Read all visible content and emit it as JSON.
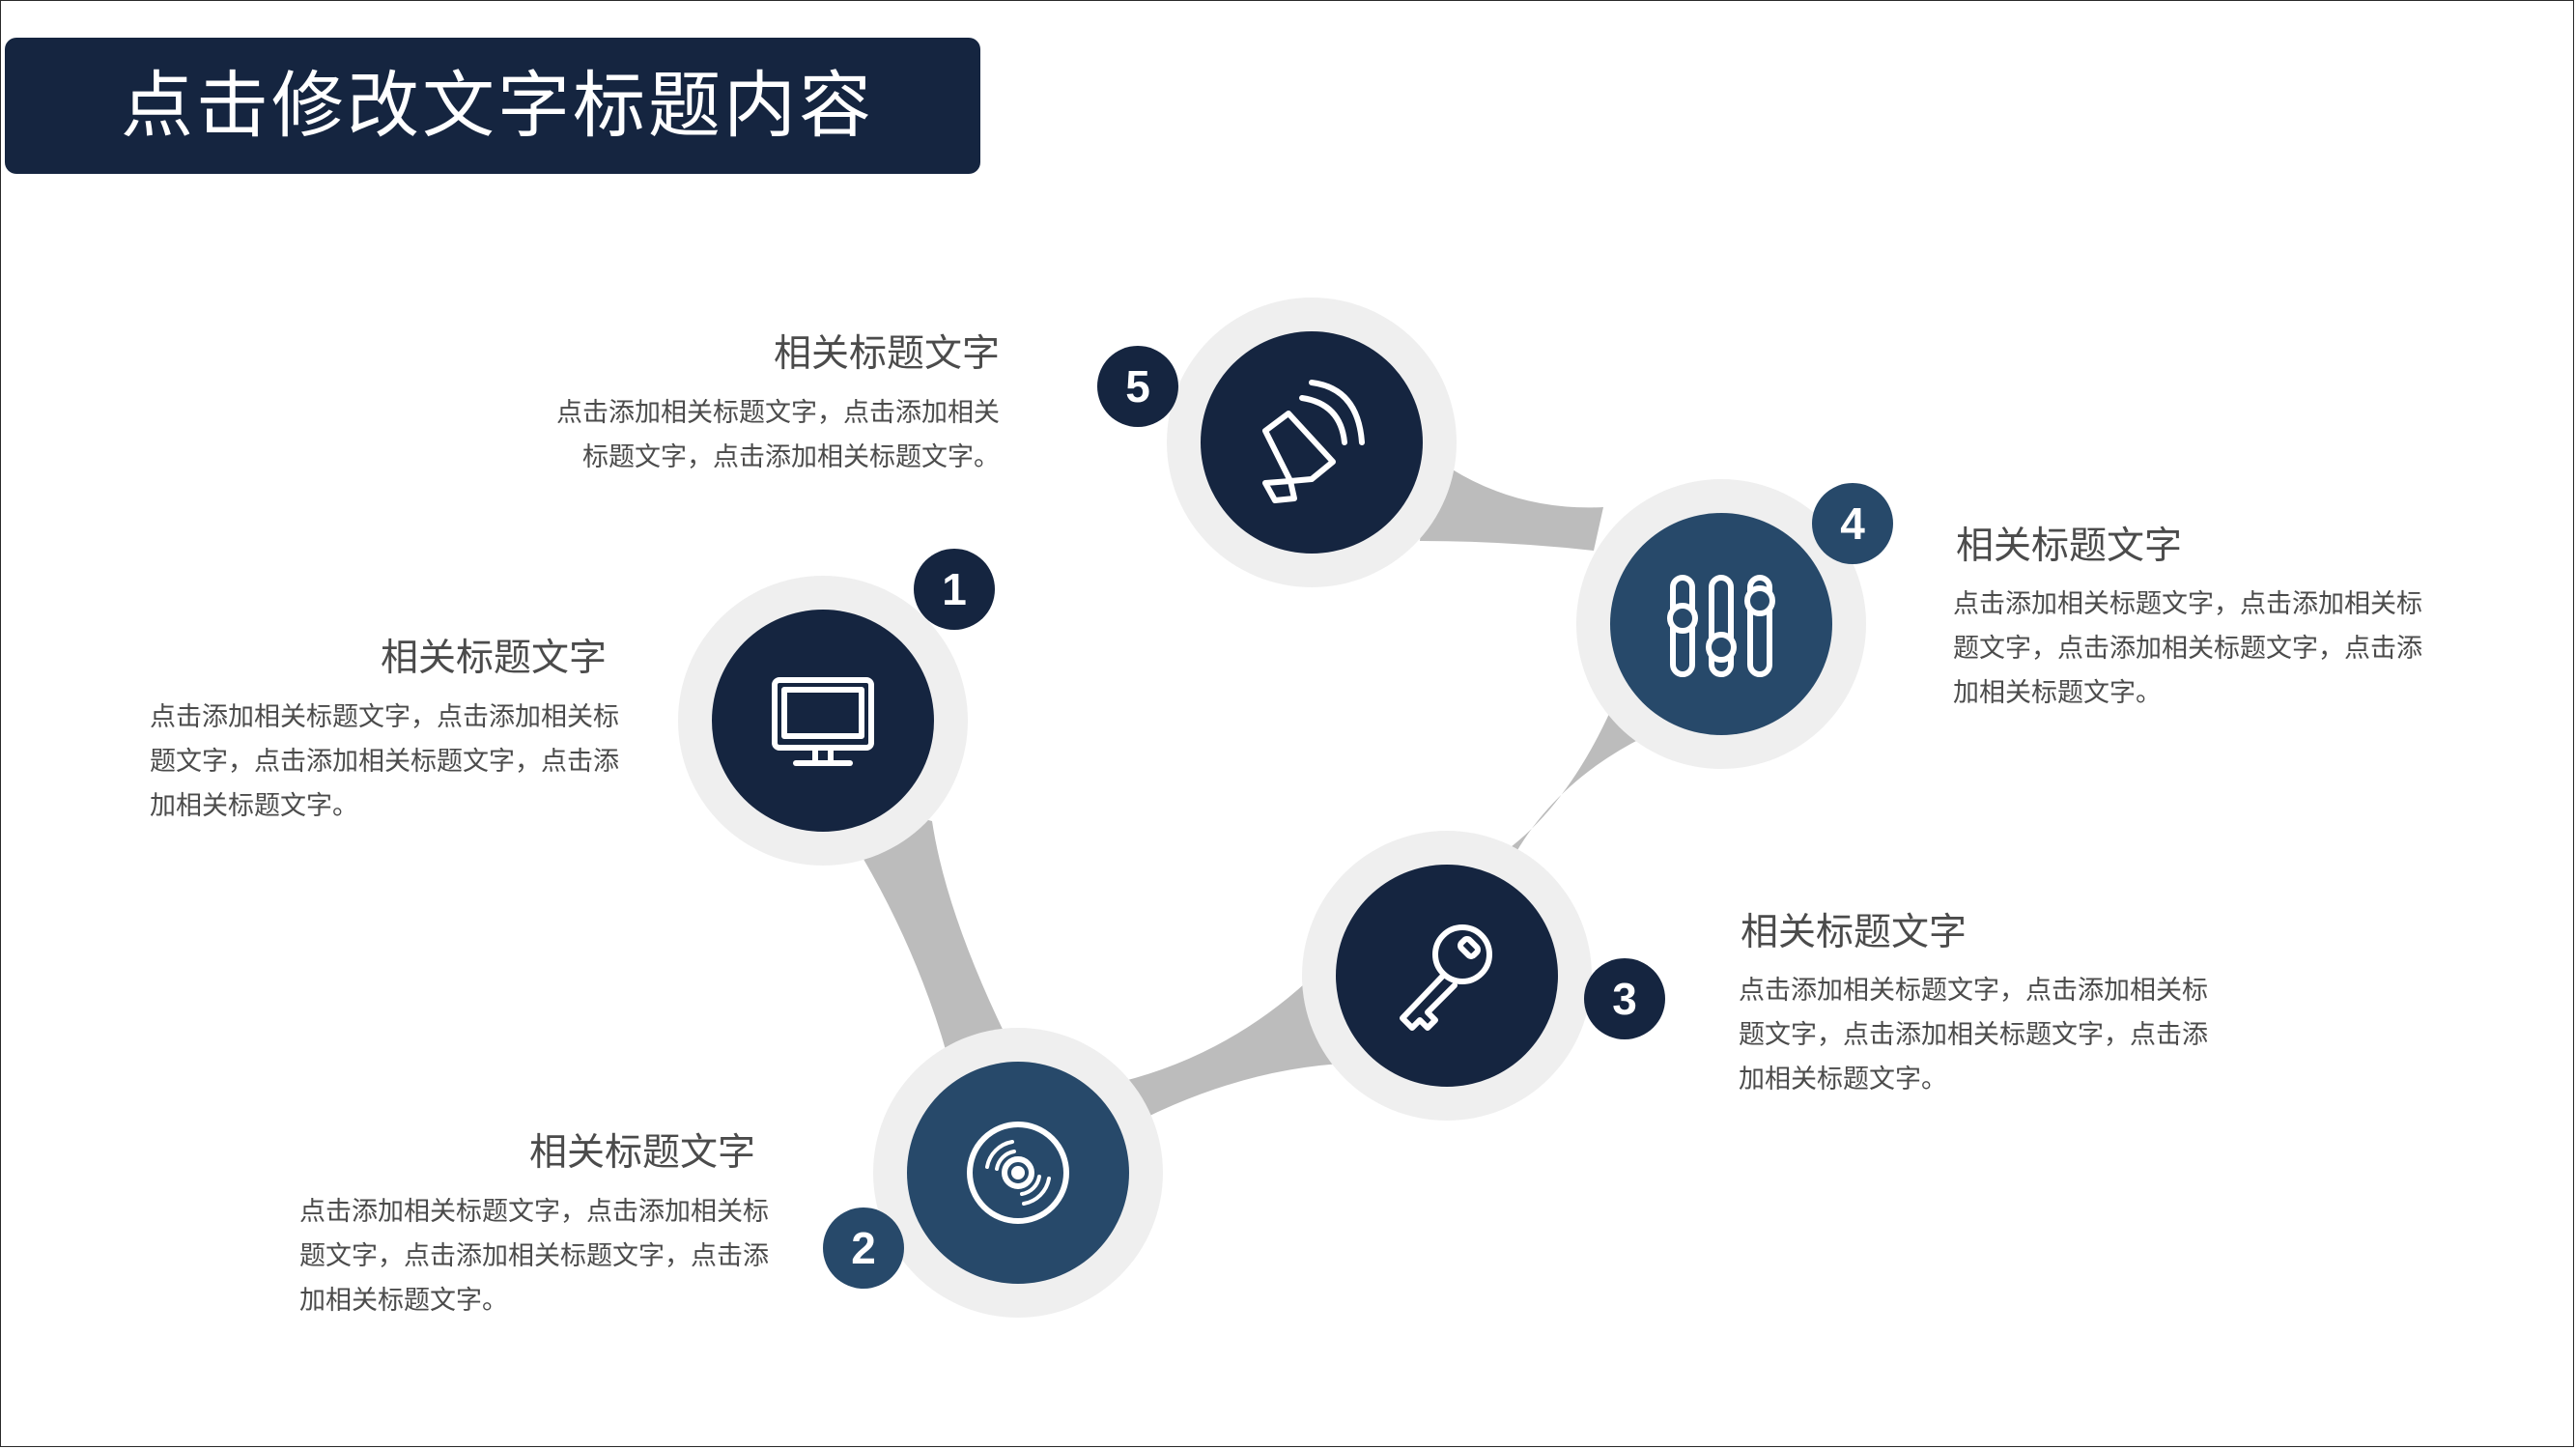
{
  "title": "点击修改文字标题内容",
  "colors": {
    "dark_navy": "#152540",
    "steel_navy": "#27496a",
    "ring": "#efefef",
    "connector": "#bcbcbc",
    "text": "#4b4b4b"
  },
  "steps": [
    {
      "number": "1",
      "icon": "monitor-icon",
      "heading": "相关标题文字",
      "body": "点击添加相关标题文字，点击添加相关标题文字，点击添加相关标题文字，点击添加相关标题文字。"
    },
    {
      "number": "2",
      "icon": "disc-icon",
      "heading": "相关标题文字",
      "body": "点击添加相关标题文字，点击添加相关标题文字，点击添加相关标题文字，点击添加相关标题文字。"
    },
    {
      "number": "3",
      "icon": "key-icon",
      "heading": "相关标题文字",
      "body": "点击添加相关标题文字，点击添加相关标题文字，点击添加相关标题文字，点击添加相关标题文字。"
    },
    {
      "number": "4",
      "icon": "sliders-icon",
      "heading": "相关标题文字",
      "body": "点击添加相关标题文字，点击添加相关标题文字，点击添加相关标题文字，点击添加相关标题文字。"
    },
    {
      "number": "5",
      "icon": "speaker-icon",
      "heading": "相关标题文字",
      "body": "点击添加相关标题文字，点击添加相关标题文字，点击添加相关标题文字。"
    }
  ]
}
